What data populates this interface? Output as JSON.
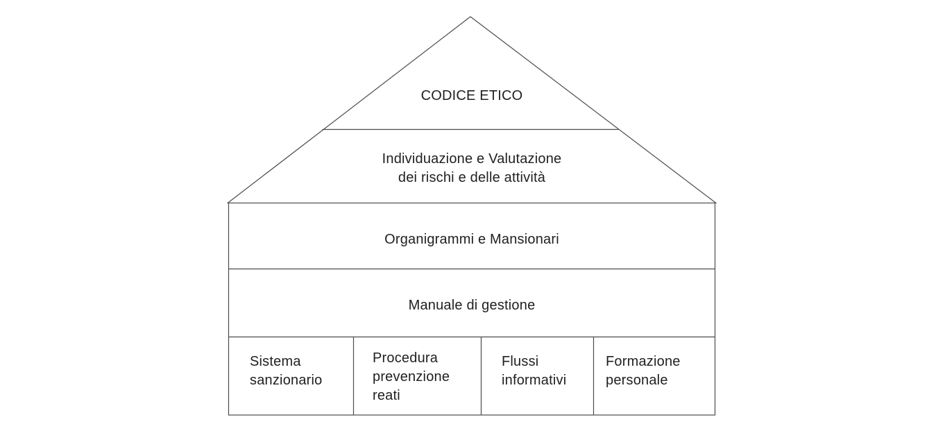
{
  "diagram": {
    "roof": {
      "peak_label": "CODICE ETICO",
      "mid_line1": "Individuazione e Valutazione",
      "mid_line2": "dei rischi e delle attività"
    },
    "rows": [
      {
        "label": "Organigrammi e Mansionari"
      },
      {
        "label": "Manuale di gestione"
      }
    ],
    "base_cells": [
      {
        "label": "Sistema sanzionario"
      },
      {
        "label": "Procedura prevenzione reati"
      },
      {
        "label": "Flussi informativi"
      },
      {
        "label": "Formazione personale"
      }
    ],
    "colors": {
      "line": "#4b4b4b",
      "text": "#1f1f1f",
      "background": "#ffffff"
    }
  }
}
